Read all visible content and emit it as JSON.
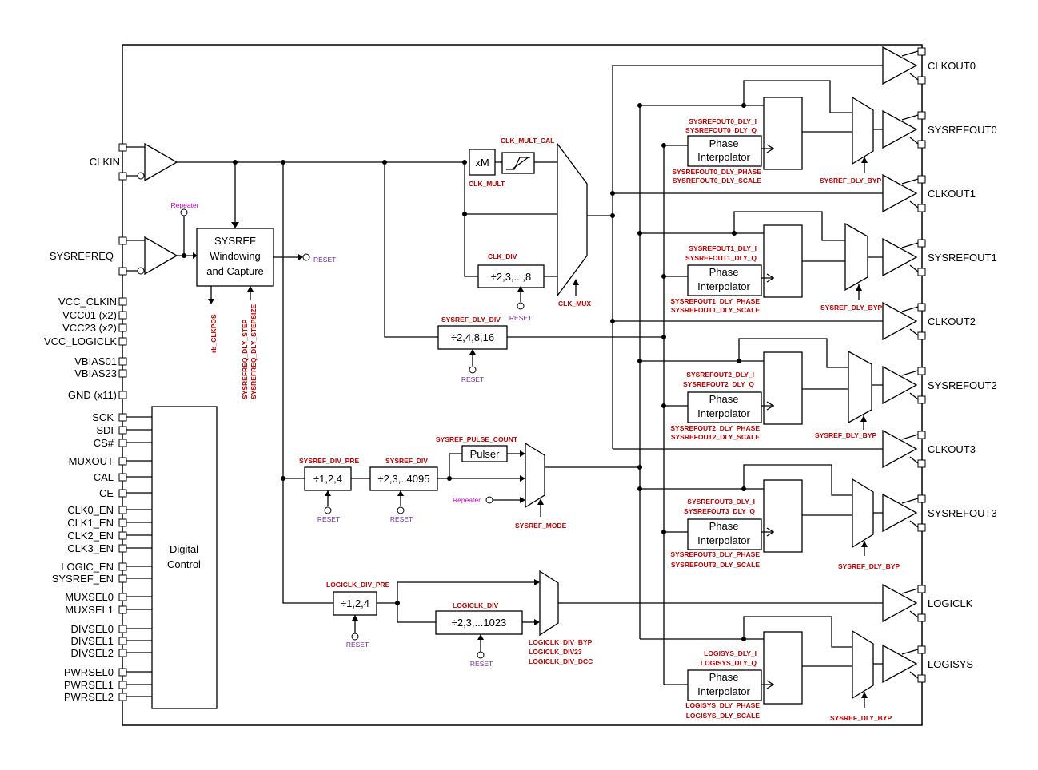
{
  "inputs": {
    "clkin": "CLKIN",
    "sysrefreq": "SYSREFREQ",
    "supplies": [
      "VCC_CLKIN",
      "VCC01 (x2)",
      "VCC23 (x2)",
      "VCC_LOGICLK",
      "VBIAS01",
      "VBIAS23",
      "GND (x11)"
    ],
    "control": [
      "SCK",
      "SDI",
      "CS#",
      "MUXOUT",
      "CAL",
      "CE",
      "CLK0_EN",
      "CLK1_EN",
      "CLK2_EN",
      "CLK3_EN",
      "LOGIC_EN",
      "SYSREF_EN",
      "MUXSEL0",
      "MUXSEL1",
      "DIVSEL0",
      "DIVSEL1",
      "DIVSEL2",
      "PWRSEL0",
      "PWRSEL1",
      "PWRSEL2"
    ]
  },
  "outputs": {
    "clkout": [
      "CLKOUT0",
      "CLKOUT1",
      "CLKOUT2",
      "CLKOUT3"
    ],
    "sysrefout": [
      "SYSREFOUT0",
      "SYSREFOUT1",
      "SYSREFOUT2",
      "SYSREFOUT3"
    ],
    "logiclk": "LOGICLK",
    "logisys": "LOGISYS"
  },
  "blocks": {
    "sysref_window": [
      "SYSREF",
      "Windowing",
      "and Capture"
    ],
    "digital_control": [
      "Digital",
      "Control"
    ],
    "mult": "xM",
    "clk_div": "÷2,3,...,8",
    "sysref_dly_div": "÷2,4,8,16",
    "sysref_div_pre": "÷1,2,4",
    "sysref_div": "÷2,3,..4095",
    "pulser": "Pulser",
    "logiclk_div_pre": "÷1,2,4",
    "logiclk_div": "÷2,3,...1023",
    "phase_interp": [
      "Phase",
      "Interpolator"
    ]
  },
  "labels": {
    "clk_mult_cal": "CLK_MULT_CAL",
    "clk_mult": "CLK_MULT",
    "clk_div": "CLK_DIV",
    "clk_mux": "CLK_MUX",
    "sysref_dly_div": "SYSREF_DLY_DIV",
    "sysref_div_pre": "SYSREF_DIV_PRE",
    "sysref_div": "SYSREF_DIV",
    "sysref_pulse_count": "SYSREF_PULSE_COUNT",
    "sysref_mode": "SYSREF_MODE",
    "logiclk_div_pre": "LOGICLK_DIV_PRE",
    "logiclk_div": "LOGICLK_DIV",
    "logiclk_mux": [
      "LOGICLK_DIV_BYP",
      "LOGICLK_DIV23",
      "LOGICLK_DIV_DCC"
    ],
    "rb_clkpos": "rb_CLKPOS",
    "sysrefreq_dly_step": "SYSREFREQ_DLY_STEP",
    "sysrefreq_dly_stepsize": "SYSREFREQ_DLY_STEPSIZE",
    "reset": "RESET",
    "repeater": "Repeater",
    "sysref_dly_byp": "SYSREF_DLY_BYP",
    "channels": [
      {
        "dly_i": "SYSREFOUT0_DLY_I",
        "dly_q": "SYSREFOUT0_DLY_Q",
        "phase": "SYSREFOUT0_DLY_PHASE",
        "scale": "SYSREFOUT0_DLY_SCALE"
      },
      {
        "dly_i": "SYSREFOUT1_DLY_I",
        "dly_q": "SYSREFOUT1_DLY_Q",
        "phase": "SYSREFOUT1_DLY_PHASE",
        "scale": "SYSREFOUT1_DLY_SCALE"
      },
      {
        "dly_i": "SYSREFOUT2_DLY_I",
        "dly_q": "SYSREFOUT2_DLY_Q",
        "phase": "SYSREFOUT2_DLY_PHASE",
        "scale": "SYSREFOUT2_DLY_SCALE"
      },
      {
        "dly_i": "SYSREFOUT3_DLY_I",
        "dly_q": "SYSREFOUT3_DLY_Q",
        "phase": "SYSREFOUT3_DLY_PHASE",
        "scale": "SYSREFOUT3_DLY_SCALE"
      },
      {
        "dly_i": "LOGISYS_DLY_I",
        "dly_q": "LOGISYS_DLY_Q",
        "phase": "LOGISYS_DLY_PHASE",
        "scale": "LOGISYS_DLY_SCALE"
      }
    ]
  }
}
